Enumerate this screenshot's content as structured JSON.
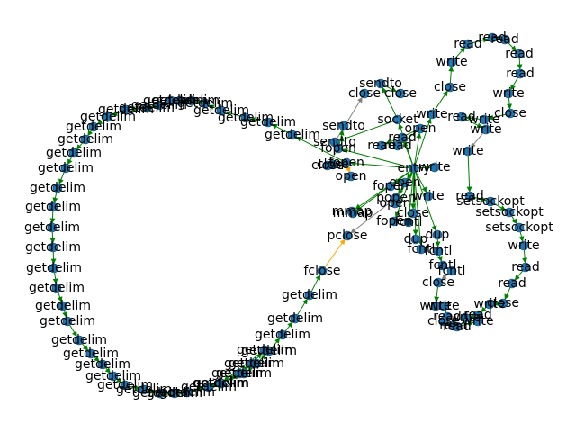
{
  "graph": {
    "colors": {
      "node": "#1f77b4",
      "edge_flow": "#008000",
      "edge_back": "#808080",
      "edge_alt": "#ffa500"
    },
    "nodes": [
      {
        "id": "n0",
        "label": "entry"
      },
      {
        "id": "n1",
        "label": "fopen"
      },
      {
        "id": "n2",
        "label": "open"
      },
      {
        "id": "n3",
        "label": "close"
      },
      {
        "id": "n4",
        "label": "pclose"
      },
      {
        "id": "n5",
        "label": "popen"
      },
      {
        "id": "n6",
        "label": "fclose"
      },
      {
        "id": "n7",
        "label": "mmap"
      },
      {
        "id": "n8",
        "label": "dup"
      },
      {
        "id": "n9",
        "label": "fcntl"
      },
      {
        "id": "n10",
        "label": "socket"
      },
      {
        "id": "n11",
        "label": "sendto"
      },
      {
        "id": "n12",
        "label": "close"
      },
      {
        "id": "n13",
        "label": "sendto"
      },
      {
        "id": "n14",
        "label": "close"
      },
      {
        "id": "n15",
        "label": "sendto"
      },
      {
        "id": "n16",
        "label": "fopen"
      },
      {
        "id": "n17",
        "label": "close"
      },
      {
        "id": "n18",
        "label": "read"
      },
      {
        "id": "n19",
        "label": "read"
      },
      {
        "id": "n20",
        "label": "open"
      },
      {
        "id": "n21",
        "label": "read"
      },
      {
        "id": "n22",
        "label": "write"
      },
      {
        "id": "n23",
        "label": "close"
      },
      {
        "id": "n24",
        "label": "write"
      },
      {
        "id": "n25",
        "label": "read"
      },
      {
        "id": "n26",
        "label": "read"
      },
      {
        "id": "n27",
        "label": "read"
      },
      {
        "id": "n28",
        "label": "read"
      },
      {
        "id": "n29",
        "label": "read"
      },
      {
        "id": "n30",
        "label": "write"
      },
      {
        "id": "n31",
        "label": "close"
      },
      {
        "id": "n32",
        "label": "write"
      },
      {
        "id": "n33",
        "label": "read"
      },
      {
        "id": "n34",
        "label": "write"
      },
      {
        "id": "n35",
        "label": "write"
      },
      {
        "id": "n36",
        "label": "write"
      },
      {
        "id": "n37",
        "label": "read"
      },
      {
        "id": "n38",
        "label": "setsockopt"
      },
      {
        "id": "n39",
        "label": "setsockopt"
      },
      {
        "id": "n40",
        "label": "setsockopt"
      },
      {
        "id": "n41",
        "label": "write"
      },
      {
        "id": "n42",
        "label": "read"
      },
      {
        "id": "n43",
        "label": "read"
      },
      {
        "id": "n44",
        "label": "close"
      },
      {
        "id": "n45",
        "label": "write"
      },
      {
        "id": "n46",
        "label": "read"
      },
      {
        "id": "n47",
        "label": "write"
      },
      {
        "id": "n48",
        "label": "dup"
      },
      {
        "id": "n49",
        "label": "fcntl"
      },
      {
        "id": "n50",
        "label": "fcntl"
      },
      {
        "id": "n51",
        "label": "fcntl"
      },
      {
        "id": "n52",
        "label": "close"
      },
      {
        "id": "n53",
        "label": "write"
      },
      {
        "id": "n54",
        "label": "write"
      },
      {
        "id": "n55",
        "label": "read"
      },
      {
        "id": "n56",
        "label": "close"
      },
      {
        "id": "n57",
        "label": "read"
      },
      {
        "id": "n58",
        "label": "read"
      },
      {
        "id": "n59",
        "label": "write"
      },
      {
        "id": "n60",
        "label": "open"
      },
      {
        "id": "n61",
        "label": "fopen"
      },
      {
        "id": "n62",
        "label": "write"
      },
      {
        "id": "n63",
        "label": "fopen"
      },
      {
        "id": "n64",
        "label": "mmap"
      },
      {
        "id": "n65",
        "label": "open"
      },
      {
        "id": "n66",
        "label": "close"
      },
      {
        "id": "n67",
        "label": "fcntl"
      },
      {
        "id": "n68",
        "label": "getdelim"
      },
      {
        "id": "n69",
        "label": "getdelim"
      },
      {
        "id": "n70",
        "label": "getdelim"
      },
      {
        "id": "n71",
        "label": "getdelim"
      },
      {
        "id": "n72",
        "label": "getdelim"
      },
      {
        "id": "n73",
        "label": "getdelim"
      },
      {
        "id": "n74",
        "label": "getdelim"
      },
      {
        "id": "n75",
        "label": "getdelim"
      },
      {
        "id": "n76",
        "label": "getdelim"
      },
      {
        "id": "n77",
        "label": "getdelim"
      },
      {
        "id": "n78",
        "label": "getdelim"
      },
      {
        "id": "n79",
        "label": "getdelim"
      },
      {
        "id": "n80",
        "label": "getdelim"
      },
      {
        "id": "n81",
        "label": "getdelim"
      },
      {
        "id": "n82",
        "label": "getdelim"
      },
      {
        "id": "n83",
        "label": "getdelim"
      },
      {
        "id": "n84",
        "label": "getdelim"
      },
      {
        "id": "n85",
        "label": "getdelim"
      },
      {
        "id": "n86",
        "label": "getdelim"
      },
      {
        "id": "n87",
        "label": "getdelim"
      },
      {
        "id": "n88",
        "label": "getdelim"
      },
      {
        "id": "n89",
        "label": "getdelim"
      },
      {
        "id": "n90",
        "label": "getdelim"
      },
      {
        "id": "n91",
        "label": "getdelim"
      },
      {
        "id": "n92",
        "label": "getdelim"
      },
      {
        "id": "n93",
        "label": "getdelim"
      },
      {
        "id": "n94",
        "label": "getdelim"
      },
      {
        "id": "n95",
        "label": "getdelim"
      },
      {
        "id": "n96",
        "label": "getdelim"
      },
      {
        "id": "n97",
        "label": "getdelim"
      },
      {
        "id": "n98",
        "label": "getdelim"
      },
      {
        "id": "n99",
        "label": "getdelim"
      },
      {
        "id": "n100",
        "label": "getdelim"
      },
      {
        "id": "n101",
        "label": "getdelim"
      },
      {
        "id": "n102",
        "label": "getdelim"
      },
      {
        "id": "n103",
        "label": "getdelim"
      },
      {
        "id": "n104",
        "label": "getdelim"
      },
      {
        "id": "n105",
        "label": "getdelim"
      },
      {
        "id": "n106",
        "label": "getdelim"
      },
      {
        "id": "n107",
        "label": "getdelim"
      },
      {
        "id": "n108",
        "label": "getdelim"
      },
      {
        "id": "n109",
        "label": "getdelim"
      },
      {
        "id": "n110",
        "label": "getdelim"
      },
      {
        "id": "n111",
        "label": "getdelim"
      },
      {
        "id": "n112",
        "label": "getdelim"
      }
    ],
    "edges": [
      {
        "from": "n0",
        "to": "n1",
        "kind": "flow"
      },
      {
        "from": "n0",
        "to": "n10",
        "kind": "flow"
      },
      {
        "from": "n0",
        "to": "n16",
        "kind": "flow"
      },
      {
        "from": "n0",
        "to": "n20",
        "kind": "flow"
      },
      {
        "from": "n0",
        "to": "n30",
        "kind": "flow"
      },
      {
        "from": "n0",
        "to": "n5",
        "kind": "flow"
      },
      {
        "from": "n0",
        "to": "n7",
        "kind": "flow"
      },
      {
        "from": "n0",
        "to": "n63",
        "kind": "flow"
      },
      {
        "from": "n0",
        "to": "n65",
        "kind": "flow"
      },
      {
        "from": "n0",
        "to": "n60",
        "kind": "flow"
      },
      {
        "from": "n0",
        "to": "n22",
        "kind": "flow"
      },
      {
        "from": "n0",
        "to": "n48",
        "kind": "flow"
      },
      {
        "from": "n0",
        "to": "n9",
        "kind": "flow"
      },
      {
        "from": "n1",
        "to": "n2",
        "kind": "alt"
      },
      {
        "from": "n1",
        "to": "n3",
        "kind": "back"
      },
      {
        "from": "n10",
        "to": "n11",
        "kind": "flow"
      },
      {
        "from": "n11",
        "to": "n12",
        "kind": "back"
      },
      {
        "from": "n10",
        "to": "n13",
        "kind": "flow"
      },
      {
        "from": "n13",
        "to": "n14",
        "kind": "flow"
      },
      {
        "from": "n16",
        "to": "n15",
        "kind": "flow"
      },
      {
        "from": "n16",
        "to": "n17",
        "kind": "back"
      },
      {
        "from": "n20",
        "to": "n18",
        "kind": "flow"
      },
      {
        "from": "n20",
        "to": "n19",
        "kind": "flow"
      },
      {
        "from": "n0",
        "to": "n21",
        "kind": "flow"
      },
      {
        "from": "n22",
        "to": "n23",
        "kind": "flow"
      },
      {
        "from": "n23",
        "to": "n24",
        "kind": "flow"
      },
      {
        "from": "n24",
        "to": "n25",
        "kind": "flow"
      },
      {
        "from": "n25",
        "to": "n26",
        "kind": "flow"
      },
      {
        "from": "n26",
        "to": "n27",
        "kind": "flow"
      },
      {
        "from": "n27",
        "to": "n28",
        "kind": "flow"
      },
      {
        "from": "n28",
        "to": "n29",
        "kind": "flow"
      },
      {
        "from": "n29",
        "to": "n32",
        "kind": "flow"
      },
      {
        "from": "n32",
        "to": "n31",
        "kind": "flow"
      },
      {
        "from": "n31",
        "to": "n34",
        "kind": "flow"
      },
      {
        "from": "n34",
        "to": "n33",
        "kind": "flow"
      },
      {
        "from": "n33",
        "to": "n35",
        "kind": "flow"
      },
      {
        "from": "n35",
        "to": "n36",
        "kind": "back"
      },
      {
        "from": "n36",
        "to": "n37",
        "kind": "flow"
      },
      {
        "from": "n37",
        "to": "n38",
        "kind": "flow"
      },
      {
        "from": "n38",
        "to": "n39",
        "kind": "flow"
      },
      {
        "from": "n39",
        "to": "n40",
        "kind": "flow"
      },
      {
        "from": "n40",
        "to": "n41",
        "kind": "flow"
      },
      {
        "from": "n41",
        "to": "n42",
        "kind": "flow"
      },
      {
        "from": "n42",
        "to": "n43",
        "kind": "flow"
      },
      {
        "from": "n43",
        "to": "n44",
        "kind": "flow"
      },
      {
        "from": "n44",
        "to": "n45",
        "kind": "flow"
      },
      {
        "from": "n45",
        "to": "n46",
        "kind": "flow"
      },
      {
        "from": "n46",
        "to": "n47",
        "kind": "flow"
      },
      {
        "from": "n48",
        "to": "n49",
        "kind": "flow"
      },
      {
        "from": "n49",
        "to": "n50",
        "kind": "flow"
      },
      {
        "from": "n50",
        "to": "n51",
        "kind": "flow"
      },
      {
        "from": "n51",
        "to": "n52",
        "kind": "back"
      },
      {
        "from": "n52",
        "to": "n53",
        "kind": "flow"
      },
      {
        "from": "n53",
        "to": "n54",
        "kind": "flow"
      },
      {
        "from": "n54",
        "to": "n55",
        "kind": "flow"
      },
      {
        "from": "n55",
        "to": "n56",
        "kind": "flow"
      },
      {
        "from": "n56",
        "to": "n57",
        "kind": "flow"
      },
      {
        "from": "n57",
        "to": "n58",
        "kind": "flow"
      },
      {
        "from": "n58",
        "to": "n59",
        "kind": "flow"
      },
      {
        "from": "n5",
        "to": "n4",
        "kind": "back"
      },
      {
        "from": "n0",
        "to": "n62",
        "kind": "flow"
      },
      {
        "from": "n0",
        "to": "n61",
        "kind": "flow"
      },
      {
        "from": "n0",
        "to": "n64",
        "kind": "flow"
      },
      {
        "from": "n0",
        "to": "n66",
        "kind": "flow"
      },
      {
        "from": "n0",
        "to": "n67",
        "kind": "flow"
      },
      {
        "from": "n0",
        "to": "n8",
        "kind": "flow"
      },
      {
        "from": "n1",
        "to": "n68",
        "kind": "flow"
      },
      {
        "from": "n68",
        "to": "n69",
        "kind": "flow"
      },
      {
        "from": "n69",
        "to": "n70",
        "kind": "flow"
      },
      {
        "from": "n70",
        "to": "n71",
        "kind": "flow"
      },
      {
        "from": "n71",
        "to": "n72",
        "kind": "flow"
      },
      {
        "from": "n72",
        "to": "n73",
        "kind": "flow"
      },
      {
        "from": "n73",
        "to": "n74",
        "kind": "flow"
      },
      {
        "from": "n74",
        "to": "n75",
        "kind": "flow"
      },
      {
        "from": "n75",
        "to": "n76",
        "kind": "flow"
      },
      {
        "from": "n76",
        "to": "n77",
        "kind": "flow"
      },
      {
        "from": "n77",
        "to": "n78",
        "kind": "flow"
      },
      {
        "from": "n78",
        "to": "n79",
        "kind": "flow"
      },
      {
        "from": "n79",
        "to": "n80",
        "kind": "flow"
      },
      {
        "from": "n80",
        "to": "n81",
        "kind": "flow"
      },
      {
        "from": "n81",
        "to": "n82",
        "kind": "flow"
      },
      {
        "from": "n82",
        "to": "n83",
        "kind": "flow"
      },
      {
        "from": "n83",
        "to": "n84",
        "kind": "flow"
      },
      {
        "from": "n84",
        "to": "n85",
        "kind": "flow"
      },
      {
        "from": "n85",
        "to": "n86",
        "kind": "flow"
      },
      {
        "from": "n86",
        "to": "n87",
        "kind": "flow"
      },
      {
        "from": "n87",
        "to": "n88",
        "kind": "flow"
      },
      {
        "from": "n88",
        "to": "n89",
        "kind": "flow"
      },
      {
        "from": "n89",
        "to": "n90",
        "kind": "flow"
      },
      {
        "from": "n90",
        "to": "n91",
        "kind": "flow"
      },
      {
        "from": "n91",
        "to": "n92",
        "kind": "flow"
      },
      {
        "from": "n92",
        "to": "n93",
        "kind": "flow"
      },
      {
        "from": "n93",
        "to": "n94",
        "kind": "flow"
      },
      {
        "from": "n94",
        "to": "n95",
        "kind": "flow"
      },
      {
        "from": "n95",
        "to": "n96",
        "kind": "flow"
      },
      {
        "from": "n96",
        "to": "n97",
        "kind": "flow"
      },
      {
        "from": "n97",
        "to": "n98",
        "kind": "flow"
      },
      {
        "from": "n98",
        "to": "n99",
        "kind": "flow"
      },
      {
        "from": "n99",
        "to": "n100",
        "kind": "flow"
      },
      {
        "from": "n100",
        "to": "n101",
        "kind": "flow"
      },
      {
        "from": "n101",
        "to": "n102",
        "kind": "flow"
      },
      {
        "from": "n102",
        "to": "n103",
        "kind": "flow"
      },
      {
        "from": "n103",
        "to": "n104",
        "kind": "flow"
      },
      {
        "from": "n104",
        "to": "n105",
        "kind": "flow"
      },
      {
        "from": "n105",
        "to": "n106",
        "kind": "flow"
      },
      {
        "from": "n106",
        "to": "n107",
        "kind": "flow"
      },
      {
        "from": "n107",
        "to": "n108",
        "kind": "flow"
      },
      {
        "from": "n108",
        "to": "n109",
        "kind": "flow"
      },
      {
        "from": "n109",
        "to": "n110",
        "kind": "flow"
      },
      {
        "from": "n110",
        "to": "n111",
        "kind": "flow"
      },
      {
        "from": "n111",
        "to": "n112",
        "kind": "flow"
      },
      {
        "from": "n112",
        "to": "n6",
        "kind": "flow"
      },
      {
        "from": "n6",
        "to": "n4",
        "kind": "alt"
      }
    ]
  }
}
